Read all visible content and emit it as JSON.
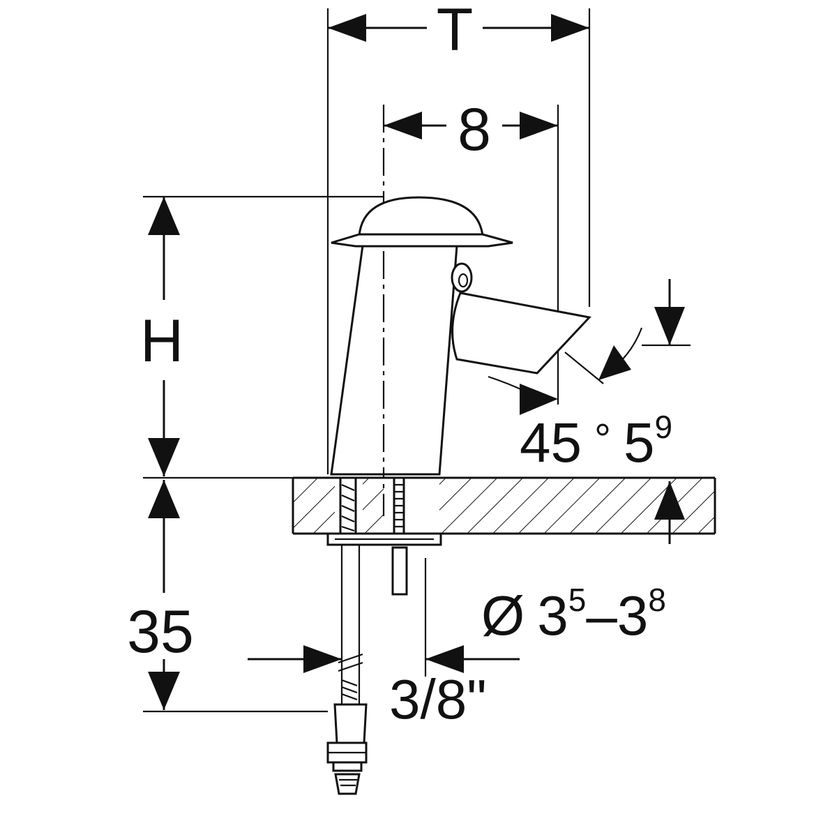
{
  "diagram": {
    "labels": {
      "width_T": "T",
      "spout_8": "8",
      "height_H": "H",
      "angle_main": "45",
      "angle_degree": "°",
      "angle_base": "5",
      "angle_sup": "9",
      "depth_35": "35",
      "diameter_symbol": "Ø",
      "diameter_min_base": "3",
      "diameter_min_sup": "5",
      "diameter_dash": "–",
      "diameter_max_base": "3",
      "diameter_max_sup": "8",
      "connection_size": "3/8\""
    },
    "colors": {
      "line": "#111111",
      "background": "#ffffff"
    }
  }
}
